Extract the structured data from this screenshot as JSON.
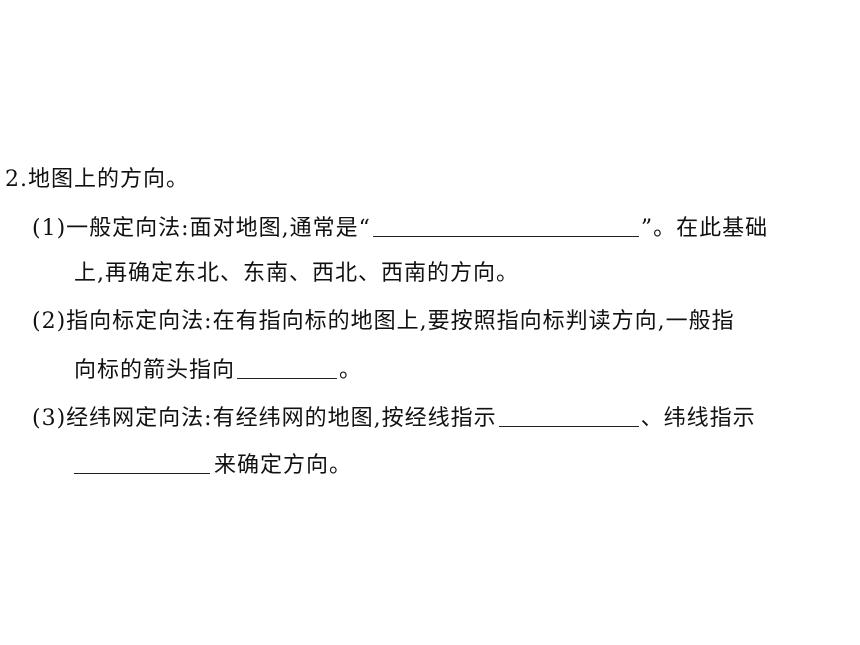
{
  "question": {
    "title": "2.地图上的方向。",
    "item1": {
      "prefix": "(1)一般定向法:面对地图,通常是“",
      "suffix": "”。在此基础",
      "continuation": "上,再确定东北、东南、西北、西南的方向。"
    },
    "item2": {
      "line1": "(2)指向标定向法:在有指向标的地图上,要按照指向标判读方向,一般指",
      "line2_prefix": "向标的箭头指向",
      "line2_suffix": "。"
    },
    "item3": {
      "line1_prefix": "(3)经纬网定向法:有经纬网的地图,按经线指示",
      "line1_suffix": "、纬线指示",
      "line2_suffix": "来确定方向。"
    }
  }
}
